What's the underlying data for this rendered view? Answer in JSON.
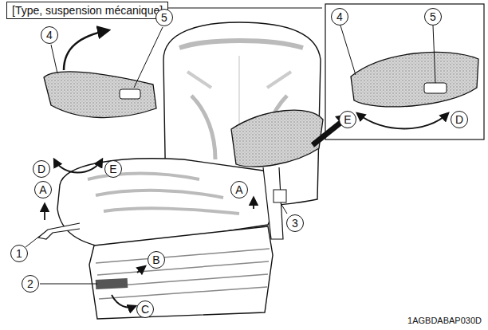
{
  "diagram": {
    "title": "[Type, suspension mécanique]",
    "labels": [
      "4",
      "5",
      "4",
      "5",
      "D",
      "E",
      "E",
      "D",
      "A",
      "A",
      "1",
      "3",
      "B",
      "2",
      "C",
      "1AGBDABAP030D"
    ]
  }
}
